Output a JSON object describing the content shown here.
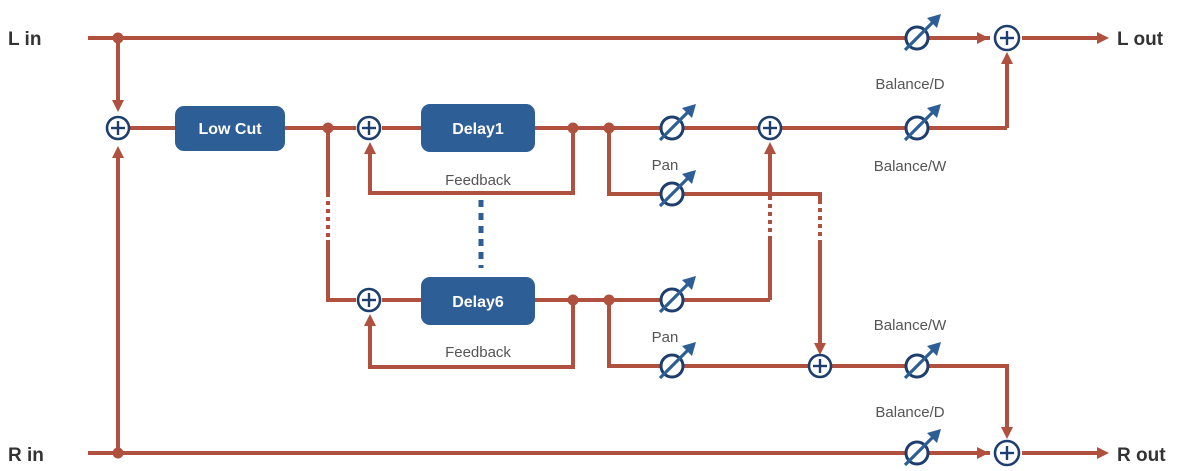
{
  "inputs": {
    "left": "L in",
    "right": "R in"
  },
  "outputs": {
    "left": "L out",
    "right": "R out"
  },
  "blocks": {
    "low_cut": "Low Cut",
    "delay_first": "Delay1",
    "delay_last": "Delay6"
  },
  "labels": {
    "balance_d_top": "Balance/D",
    "balance_w_top": "Balance/W",
    "balance_w_bottom": "Balance/W",
    "balance_d_bottom": "Balance/D",
    "pan_first": "Pan",
    "pan_last": "Pan",
    "feedback_first": "Feedback",
    "feedback_last": "Feedback"
  },
  "colors": {
    "signal": "#b0503e",
    "block": "#2e5e96",
    "symbol_outline": "#1e3f6e"
  }
}
